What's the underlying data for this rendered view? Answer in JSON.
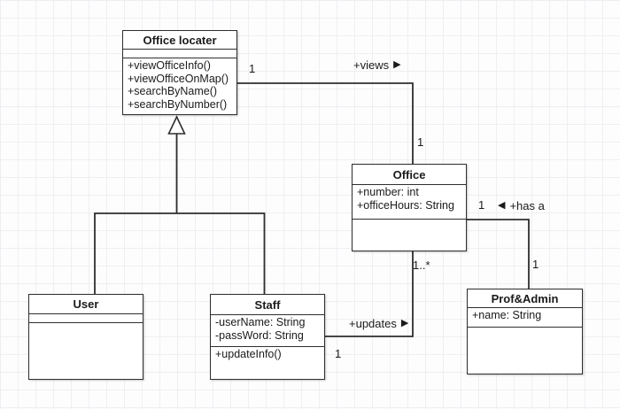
{
  "diagram": {
    "type": "uml-class-diagram",
    "classes": {
      "office_locater": {
        "title": "Office locater",
        "attributes": [],
        "methods": [
          "+viewOfficeInfo()",
          "+viewOfficeOnMap()",
          "+searchByName()",
          "+searchByNumber()"
        ]
      },
      "office": {
        "title": "Office",
        "attributes": [
          "+number: int",
          "+officeHours: String"
        ],
        "methods": []
      },
      "user": {
        "title": "User",
        "attributes": [],
        "methods": []
      },
      "staff": {
        "title": "Staff",
        "attributes": [
          "-userName: String",
          "-passWord: String"
        ],
        "methods": [
          "+updateInfo()"
        ]
      },
      "prof_admin": {
        "title": "Prof&Admin",
        "attributes": [
          "+name: String"
        ],
        "methods": []
      }
    },
    "associations": {
      "views": {
        "label": "+views",
        "arrow": "▶",
        "source_mult": "1",
        "target_mult": "1"
      },
      "updates": {
        "label": "+updates",
        "arrow": "▶",
        "source_mult": "1..*",
        "target_mult": "1"
      },
      "has_a": {
        "label": "+has a",
        "arrow": "◀",
        "source_mult": "1",
        "target_mult": "1"
      }
    },
    "generalization": {
      "parent": "Office locater",
      "children": [
        "User",
        "Staff"
      ]
    },
    "colors": {
      "line": "#2e2e2e",
      "box_fill": "#ffffff",
      "text": "#1a1a1a",
      "grid": "#efeff3",
      "background": "#fdfdfd"
    }
  }
}
